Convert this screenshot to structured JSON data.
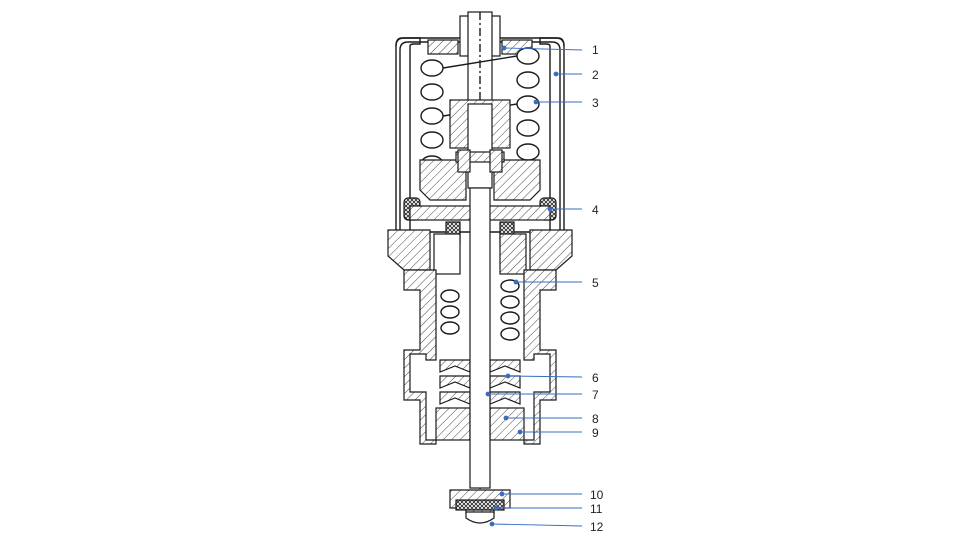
{
  "diagram": {
    "callouts": [
      {
        "label": "1",
        "color": "#3a6cc0"
      },
      {
        "label": "2",
        "color": "#3a6cc0"
      },
      {
        "label": "3",
        "color": "#3a6cc0"
      },
      {
        "label": "4",
        "color": "#3a6cc0"
      },
      {
        "label": "5",
        "color": "#3a6cc0"
      },
      {
        "label": "6",
        "color": "#3a6cc0"
      },
      {
        "label": "7",
        "color": "#3a6cc0"
      },
      {
        "label": "8",
        "color": "#3a6cc0"
      },
      {
        "label": "9",
        "color": "#3a6cc0"
      },
      {
        "label": "10",
        "color": "#3a6cc0"
      },
      {
        "label": "11",
        "color": "#3a6cc0"
      },
      {
        "label": "12",
        "color": "#3a6cc0"
      }
    ]
  }
}
